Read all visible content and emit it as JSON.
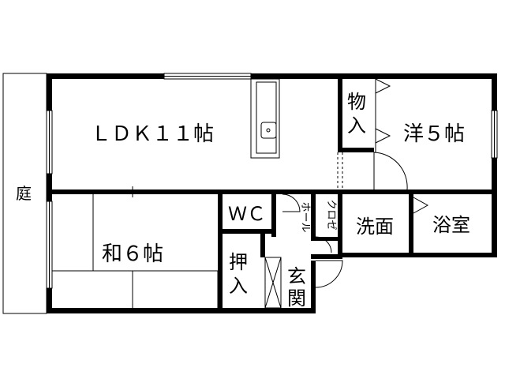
{
  "floor_plan": {
    "garden": "庭",
    "ldk": "ＬＤＫ１１帖",
    "storage": "物入",
    "western_room": "洋５帖",
    "japanese_room": "和６帖",
    "wc": "ＷＣ",
    "hall": "ホール",
    "closet": "クロゼ",
    "washroom": "洗面",
    "bathroom": "浴室",
    "oshiire": "押入",
    "entrance": "玄関"
  },
  "colors": {
    "wall": "#000000",
    "background": "#ffffff",
    "line": "#000000"
  }
}
